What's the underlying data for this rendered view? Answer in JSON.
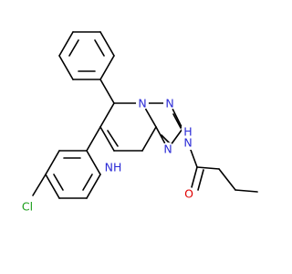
{
  "molecule": {
    "atom_labels": {
      "n_triazole_a": "N",
      "n_triazole_b": "N",
      "n_triazole_c": "N",
      "nh_ring": "NH",
      "nh_amide": "N",
      "h_amide": "H",
      "o_carbonyl": "O",
      "cl": "Cl"
    },
    "colors": {
      "bond": "#000000",
      "nitrogen": "#2b2bd6",
      "oxygen": "#e00000",
      "chlorine": "#1a9e1a"
    }
  }
}
